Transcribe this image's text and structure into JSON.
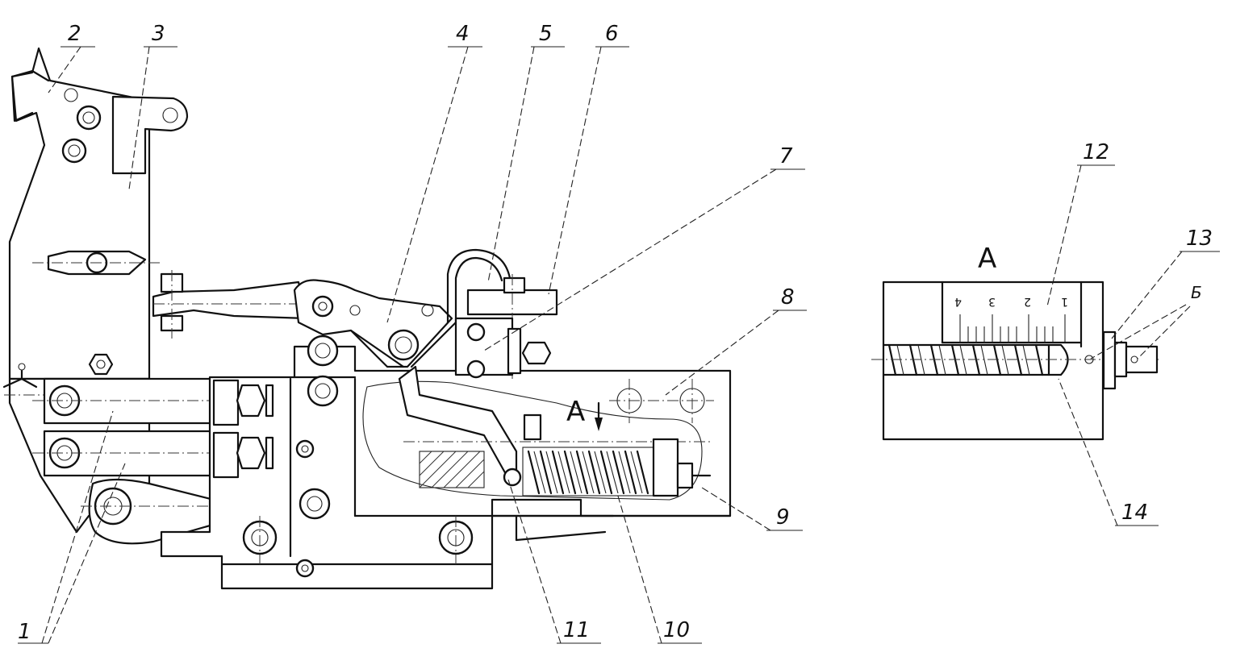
{
  "diagram": {
    "labels": [
      {
        "id": "1",
        "text": "1"
      },
      {
        "id": "2",
        "text": "2"
      },
      {
        "id": "3",
        "text": "3"
      },
      {
        "id": "4",
        "text": "4"
      },
      {
        "id": "5",
        "text": "5"
      },
      {
        "id": "6",
        "text": "6"
      },
      {
        "id": "7",
        "text": "7"
      },
      {
        "id": "8",
        "text": "8"
      },
      {
        "id": "9",
        "text": "9"
      },
      {
        "id": "10",
        "text": "10"
      },
      {
        "id": "11",
        "text": "11"
      },
      {
        "id": "12",
        "text": "12"
      },
      {
        "id": "13",
        "text": "13"
      },
      {
        "id": "14",
        "text": "14"
      },
      {
        "id": "b",
        "text": "Б"
      }
    ],
    "view_marker": "A",
    "view_title": "A",
    "scale_ticks": [
      "4",
      "3",
      "2",
      "1"
    ]
  }
}
